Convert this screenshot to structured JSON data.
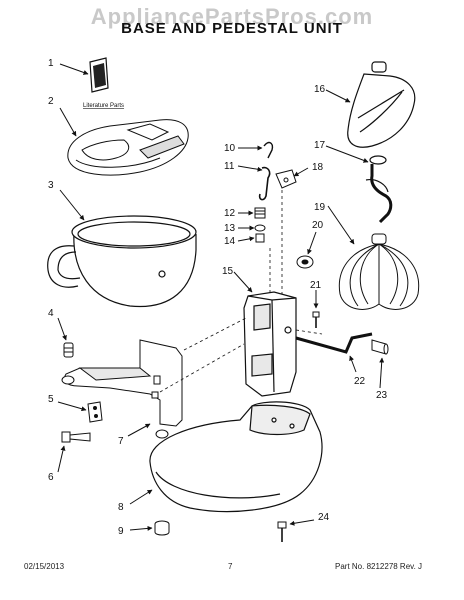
{
  "watermark": "AppliancePartsPros.com",
  "title": "BASE AND PEDESTAL UNIT",
  "literature_label": "Literature Parts",
  "callouts": [
    "1",
    "2",
    "3",
    "4",
    "5",
    "6",
    "7",
    "8",
    "9",
    "10",
    "11",
    "12",
    "13",
    "14",
    "15",
    "16",
    "17",
    "18",
    "19",
    "20",
    "21",
    "22",
    "23",
    "24"
  ],
  "footer": {
    "date": "02/15/2013",
    "page": "7",
    "part": "Part No. 8212278 Rev. J"
  }
}
